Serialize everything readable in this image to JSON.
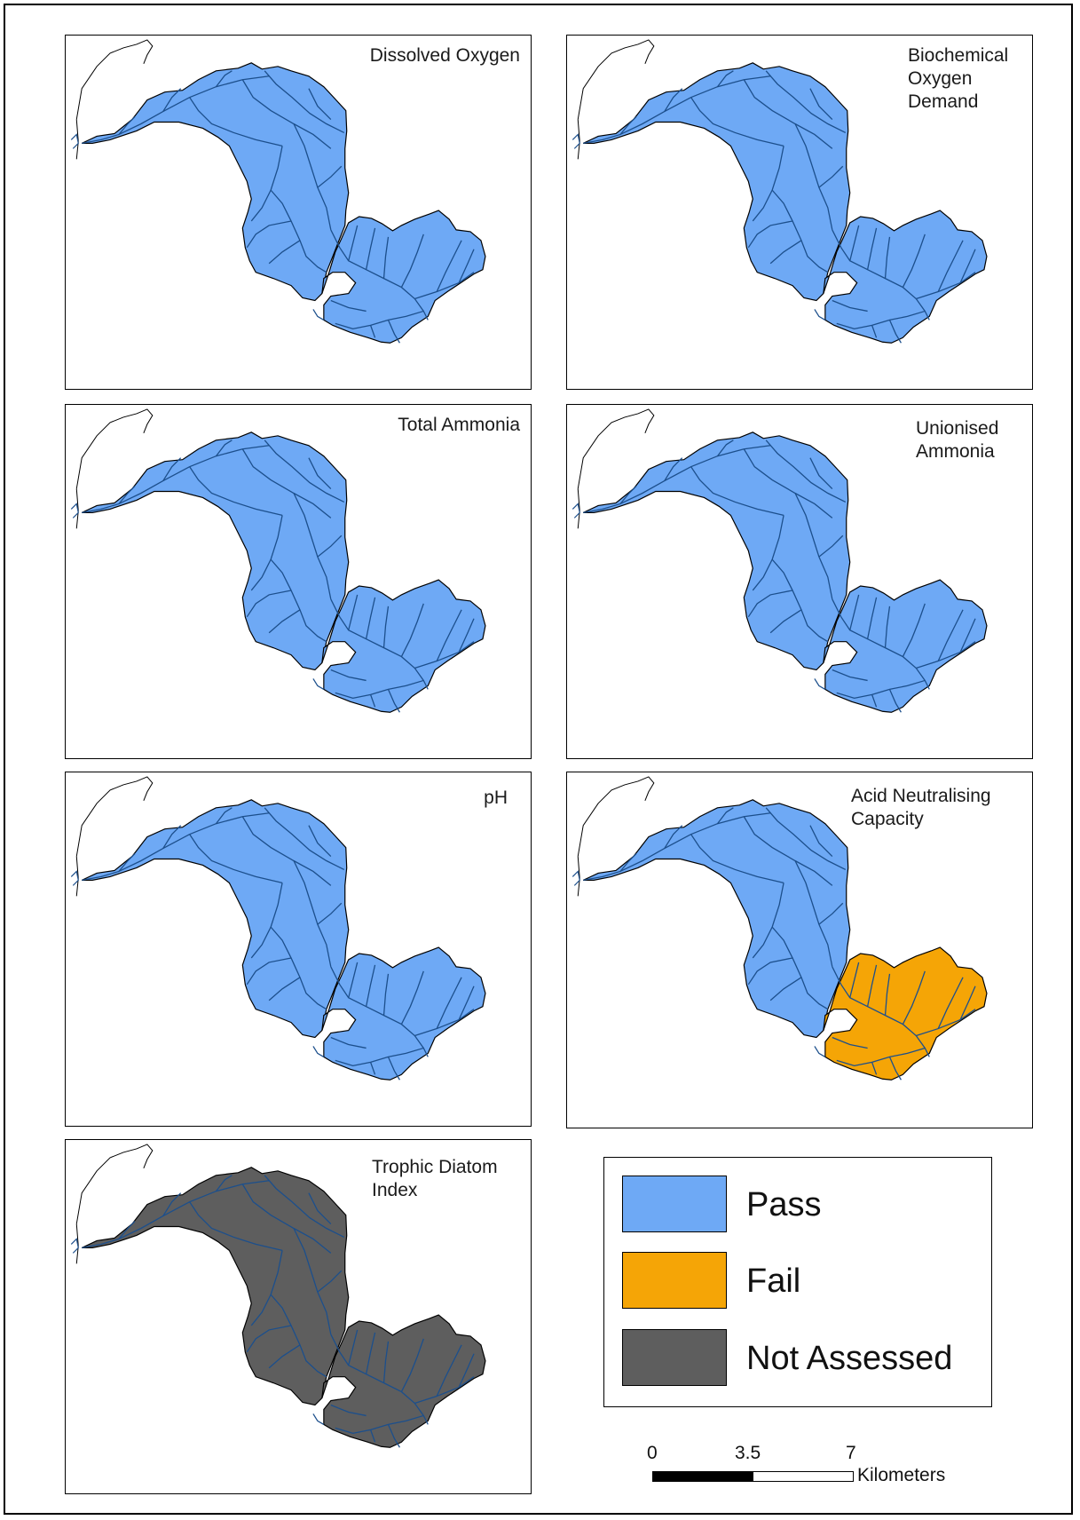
{
  "map": {
    "panels": [
      {
        "title": "Dissolved Oxygen",
        "upper_status": "Pass",
        "lower_status": "Pass"
      },
      {
        "title": "Biochemical\nOxygen\nDemand",
        "upper_status": "Pass",
        "lower_status": "Pass"
      },
      {
        "title": "Total Ammonia",
        "upper_status": "Pass",
        "lower_status": "Pass"
      },
      {
        "title": "Unionised\nAmmonia",
        "upper_status": "Pass",
        "lower_status": "Pass"
      },
      {
        "title": "pH",
        "upper_status": "Pass",
        "lower_status": "Pass"
      },
      {
        "title": "Acid Neutralising\nCapacity",
        "upper_status": "Pass",
        "lower_status": "Fail"
      },
      {
        "title": "Trophic Diatom\nIndex",
        "upper_status": "Not Assessed",
        "lower_status": "Not Assessed"
      }
    ],
    "legend": [
      {
        "label": "Pass",
        "color": "#6ea9f5"
      },
      {
        "label": "Fail",
        "color": "#f5a506"
      },
      {
        "label": "Not Assessed",
        "color": "#5e5e5e"
      }
    ],
    "scale": {
      "ticks": [
        "0",
        "3.5",
        "7"
      ],
      "unit": "Kilometers"
    },
    "colors": {
      "stream": "#1c4f8c",
      "outline": "#000000",
      "coast": "#000000"
    }
  }
}
